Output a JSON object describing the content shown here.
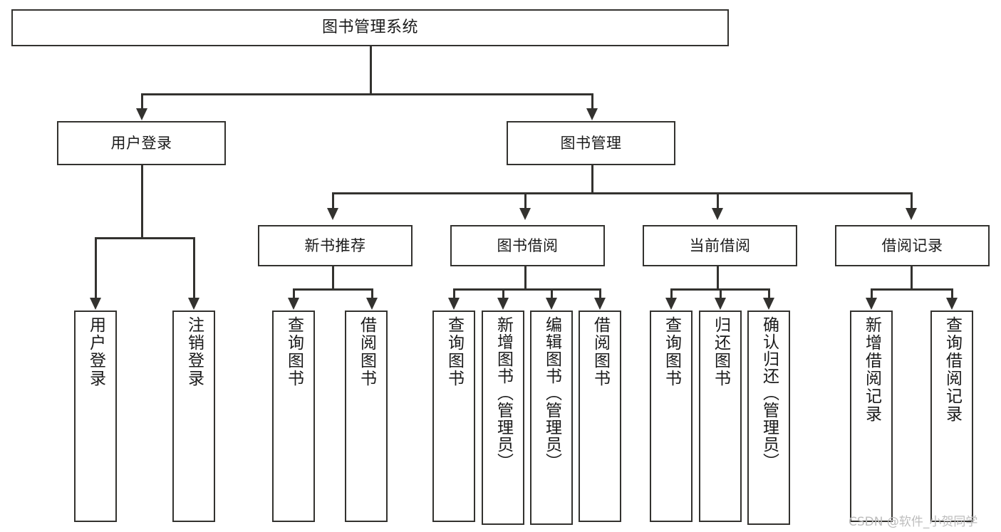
{
  "diagram": {
    "title": "图书管理系统",
    "type": "tree-hierarchy",
    "root": {
      "label": "图书管理系统"
    },
    "level2": [
      {
        "label": "用户登录"
      },
      {
        "label": "图书管理"
      }
    ],
    "level3": [
      {
        "label": "新书推荐"
      },
      {
        "label": "图书借阅"
      },
      {
        "label": "当前借阅"
      },
      {
        "label": "借阅记录"
      }
    ],
    "leaves": {
      "user_login": [
        {
          "label": "用户登录"
        },
        {
          "label": "注销登录"
        }
      ],
      "new_book_recommend": [
        {
          "label": "查询图书"
        },
        {
          "label": "借阅图书"
        }
      ],
      "book_borrow": [
        {
          "label": "查询图书"
        },
        {
          "label": "新增图书（管理员）"
        },
        {
          "label": "编辑图书（管理员）"
        },
        {
          "label": "借阅图书"
        }
      ],
      "current_borrow": [
        {
          "label": "查询图书"
        },
        {
          "label": "归还图书"
        },
        {
          "label": "确认归还（管理员）"
        }
      ],
      "borrow_record": [
        {
          "label": "新增借阅记录"
        },
        {
          "label": "查询借阅记录"
        }
      ]
    }
  },
  "watermark": {
    "text": "CSDN @软件_小贺同学"
  },
  "colors": {
    "stroke": "#33322f",
    "background": "#ffffff",
    "text": "#1a1a1a",
    "watermark": "#bdbdbd"
  }
}
